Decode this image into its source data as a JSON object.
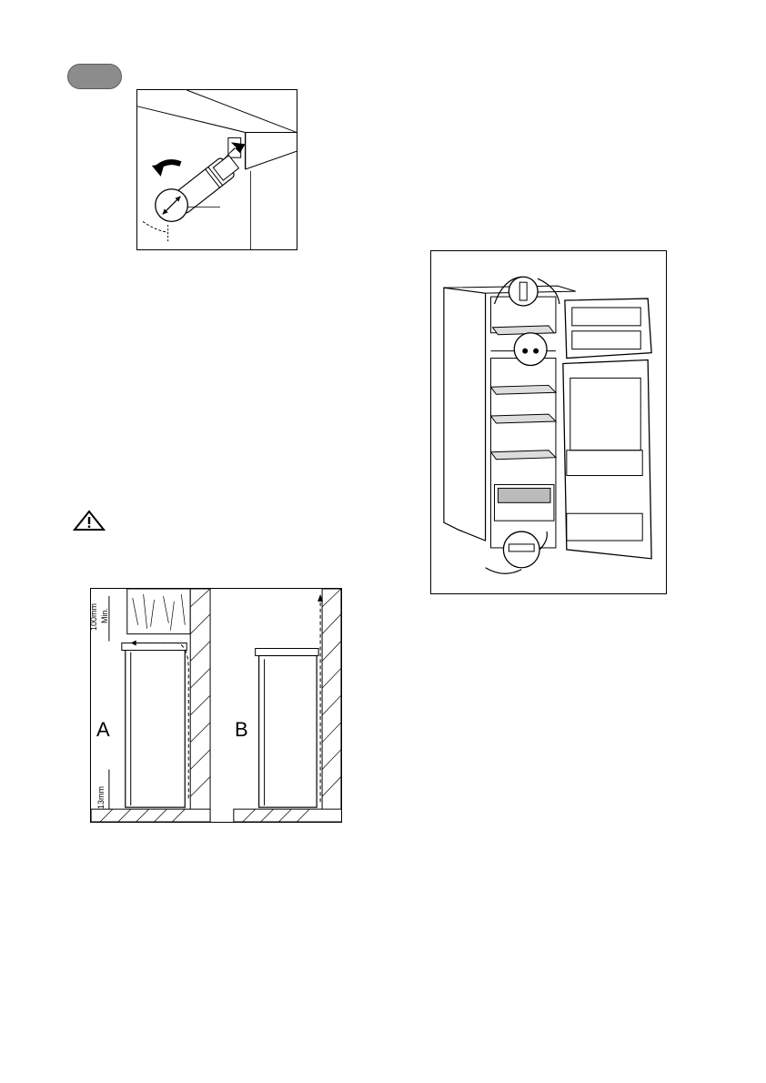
{
  "figure_ventilation": {
    "label_a": "A",
    "label_b": "B",
    "dim_top_value": "100mm",
    "dim_top_note": "Min.",
    "dim_bottom_value": "13mm"
  },
  "icons": {
    "warning": "warning-triangle-icon"
  }
}
